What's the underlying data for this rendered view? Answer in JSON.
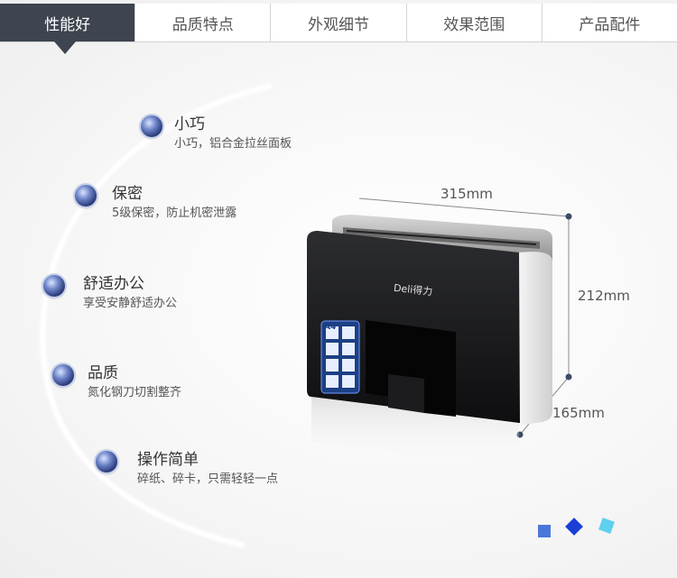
{
  "tabs": [
    {
      "label": "性能好",
      "active": true
    },
    {
      "label": "品质特点",
      "active": false
    },
    {
      "label": "外观细节",
      "active": false
    },
    {
      "label": "效果范围",
      "active": false
    },
    {
      "label": "产品配件",
      "active": false
    }
  ],
  "features": [
    {
      "title": "小巧",
      "desc": "小巧，铝合金拉丝面板"
    },
    {
      "title": "保密",
      "desc": "5级保密，防止机密泄露"
    },
    {
      "title": "舒适办公",
      "desc": "享受安静舒适办公"
    },
    {
      "title": "品质",
      "desc": "氮化钢刀切割整齐"
    },
    {
      "title": "操作简单",
      "desc": "碎纸、碎卡，只需轻轻一点"
    }
  ],
  "product": {
    "brand": "Deli得力",
    "panel_label": "A4"
  },
  "dimensions": {
    "width": "315mm",
    "height": "212mm",
    "depth": "165mm"
  },
  "colors": {
    "tab_active": "#3e4450",
    "square_1": "#4a78d8",
    "square_2": "#1a3fd6",
    "square_3": "#5fd0ee"
  }
}
